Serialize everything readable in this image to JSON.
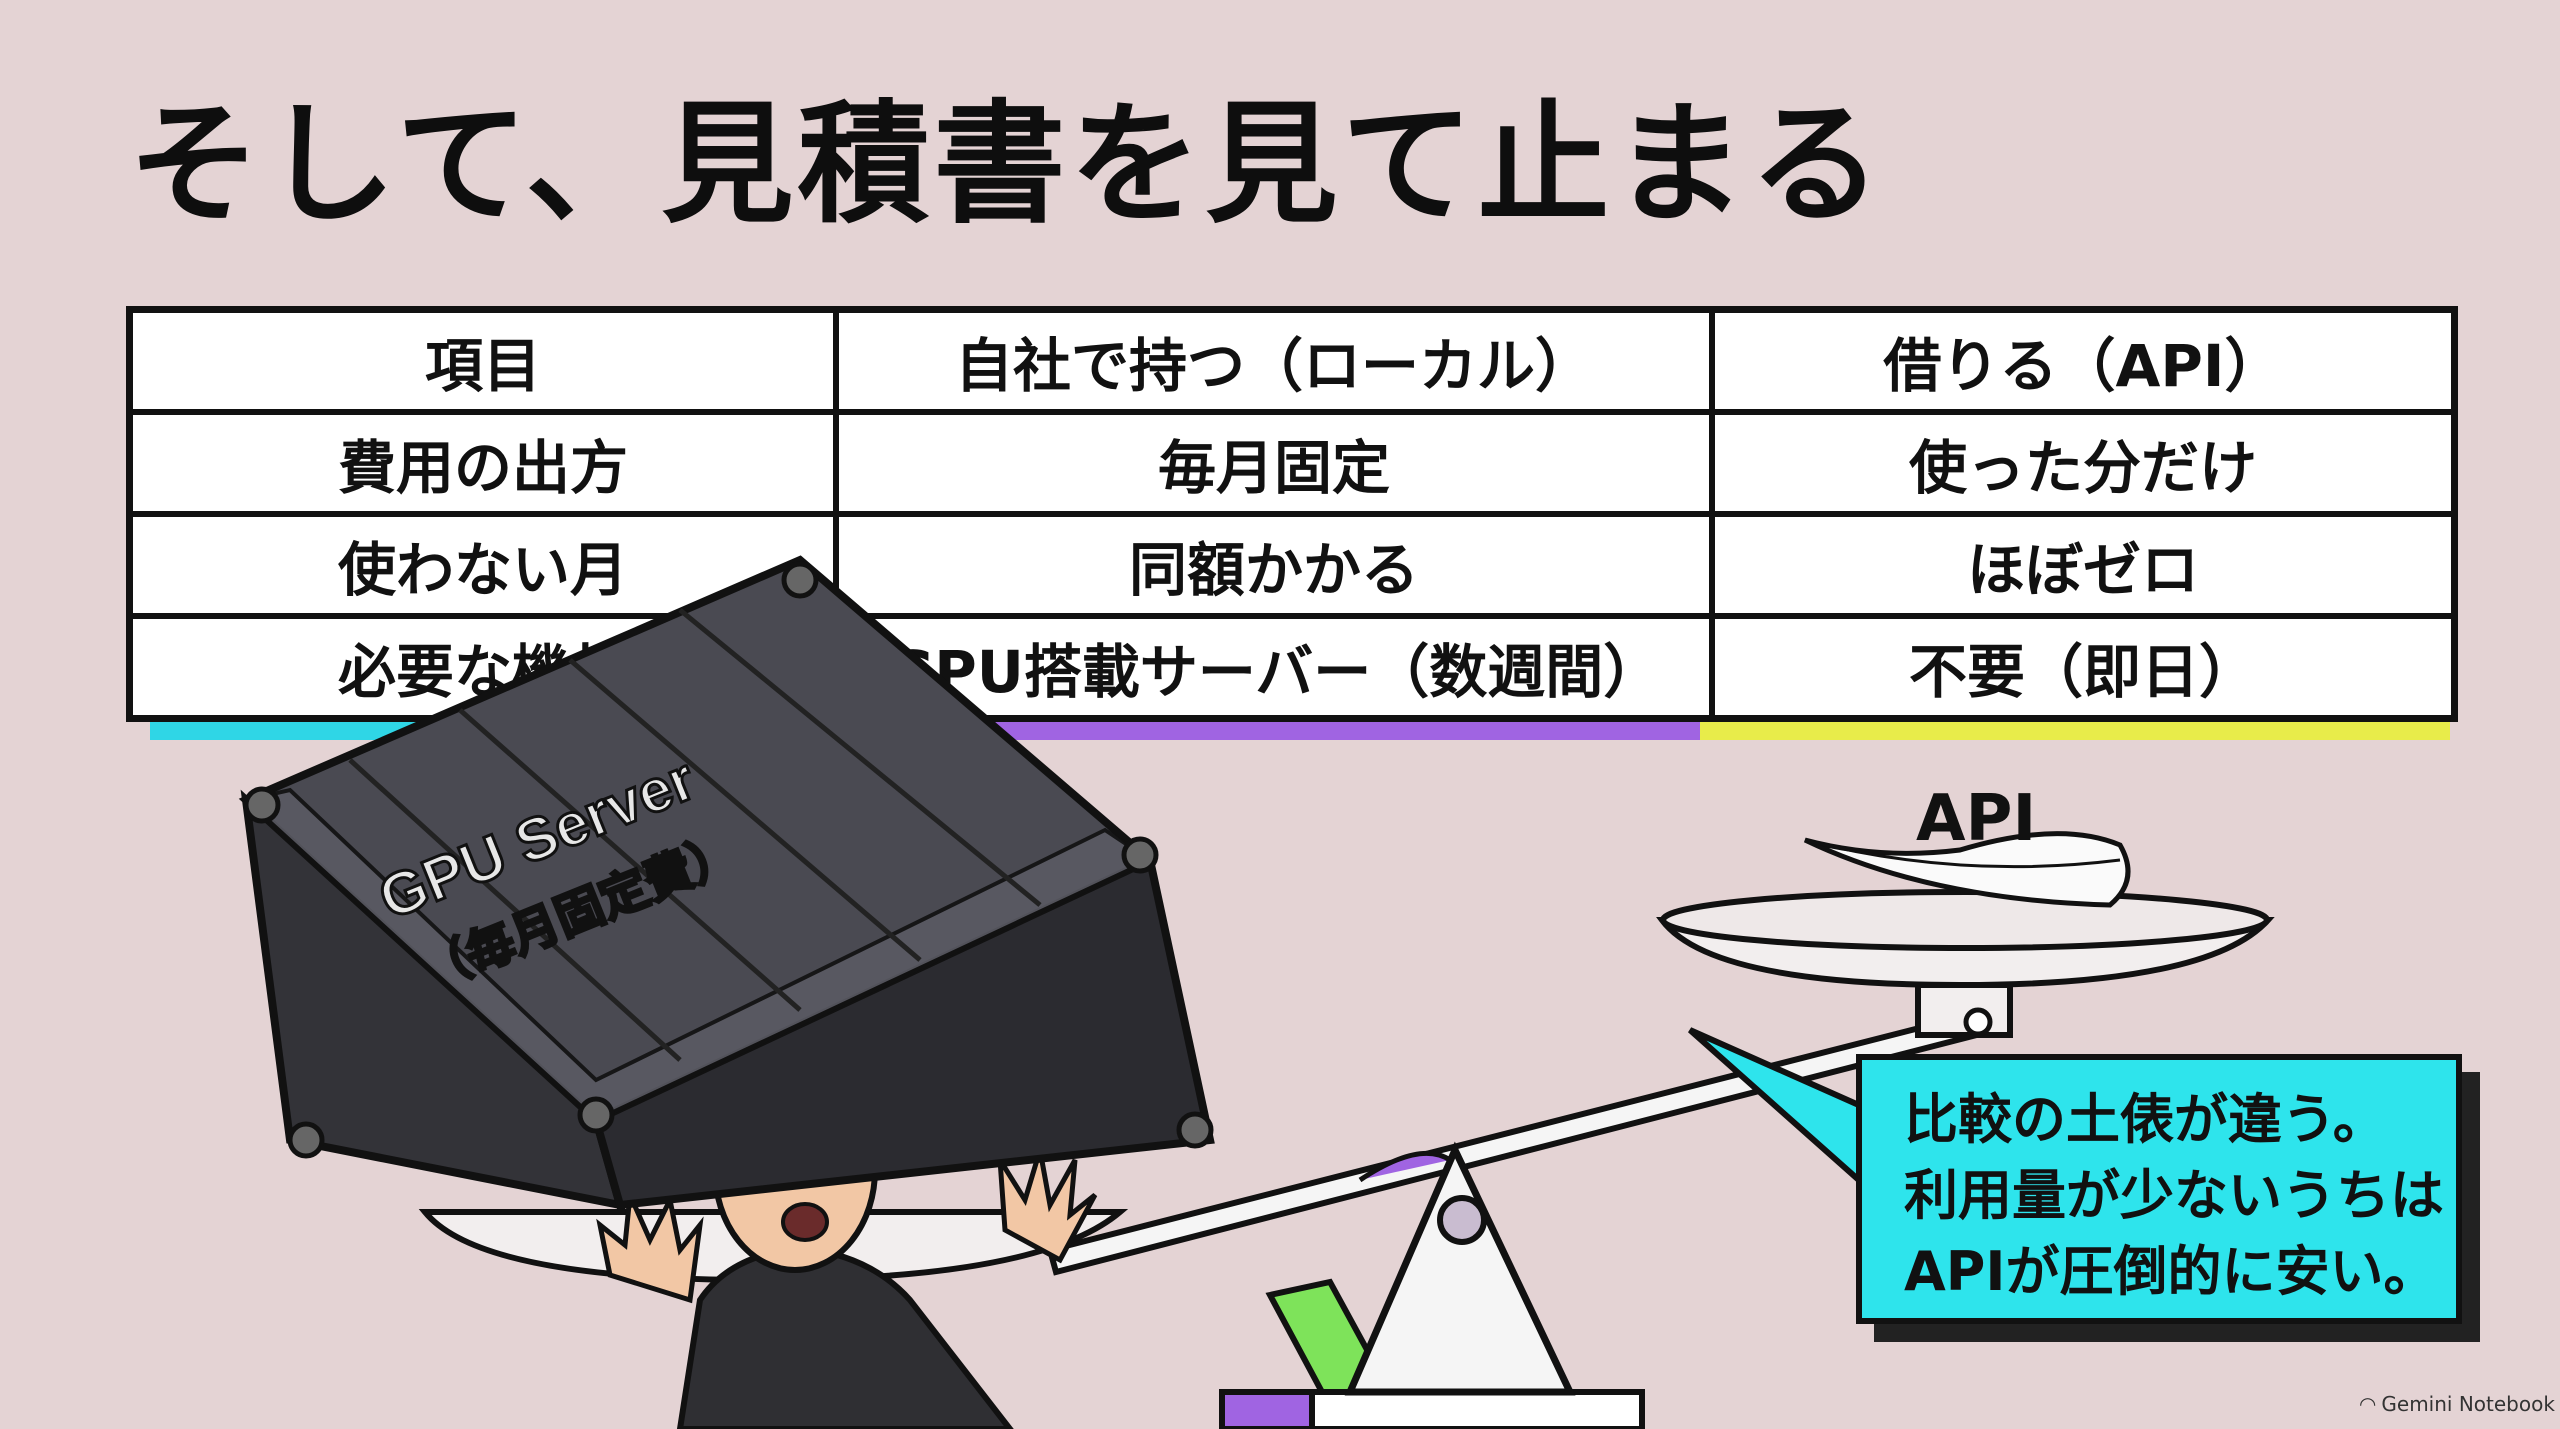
{
  "slide": {
    "title": "そして、見積書を見て止まる"
  },
  "table": {
    "headers": [
      "項目",
      "自社で持つ（ローカル）",
      "借りる（API）"
    ],
    "rows": [
      [
        "費用の出方",
        "毎月固定",
        "使った分だけ"
      ],
      [
        "使わない月",
        "同額かかる",
        "ほぼゼロ"
      ],
      [
        "必要な機材",
        "GPU搭載サーバー（数週間）",
        "不要（即日）"
      ]
    ]
  },
  "illustration": {
    "container_label_line1": "GPU Server",
    "container_label_line2": "（毎月固定費）",
    "api_label": "API"
  },
  "callout": {
    "lines": [
      "比較の土俵が違う。",
      "利用量が少ないうちは",
      "APIが圧倒的に安い。"
    ]
  },
  "branding": {
    "label": "Gemini Notebook"
  },
  "colors": {
    "background": "#e4d3d4",
    "accent_cyan": "#2fd6e6",
    "accent_purple": "#a064e2",
    "accent_yellow": "#e8ec4a",
    "callout_bg": "#2ee4ec",
    "container": "#3b3b42"
  }
}
